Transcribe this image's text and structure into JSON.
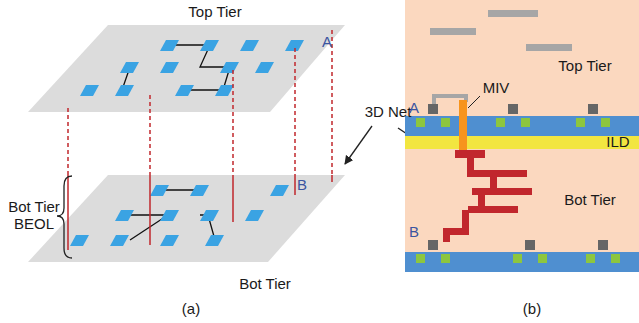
{
  "diagram": {
    "labels": [
      "Top Tier",
      "A",
      "Bot Tier BEOL",
      "B",
      "Bot Tier",
      "(a)",
      "3D Net",
      "Top Tier",
      "MIV",
      "A",
      "ILD",
      "Bot Tier",
      "B",
      "(b)"
    ]
  }
}
